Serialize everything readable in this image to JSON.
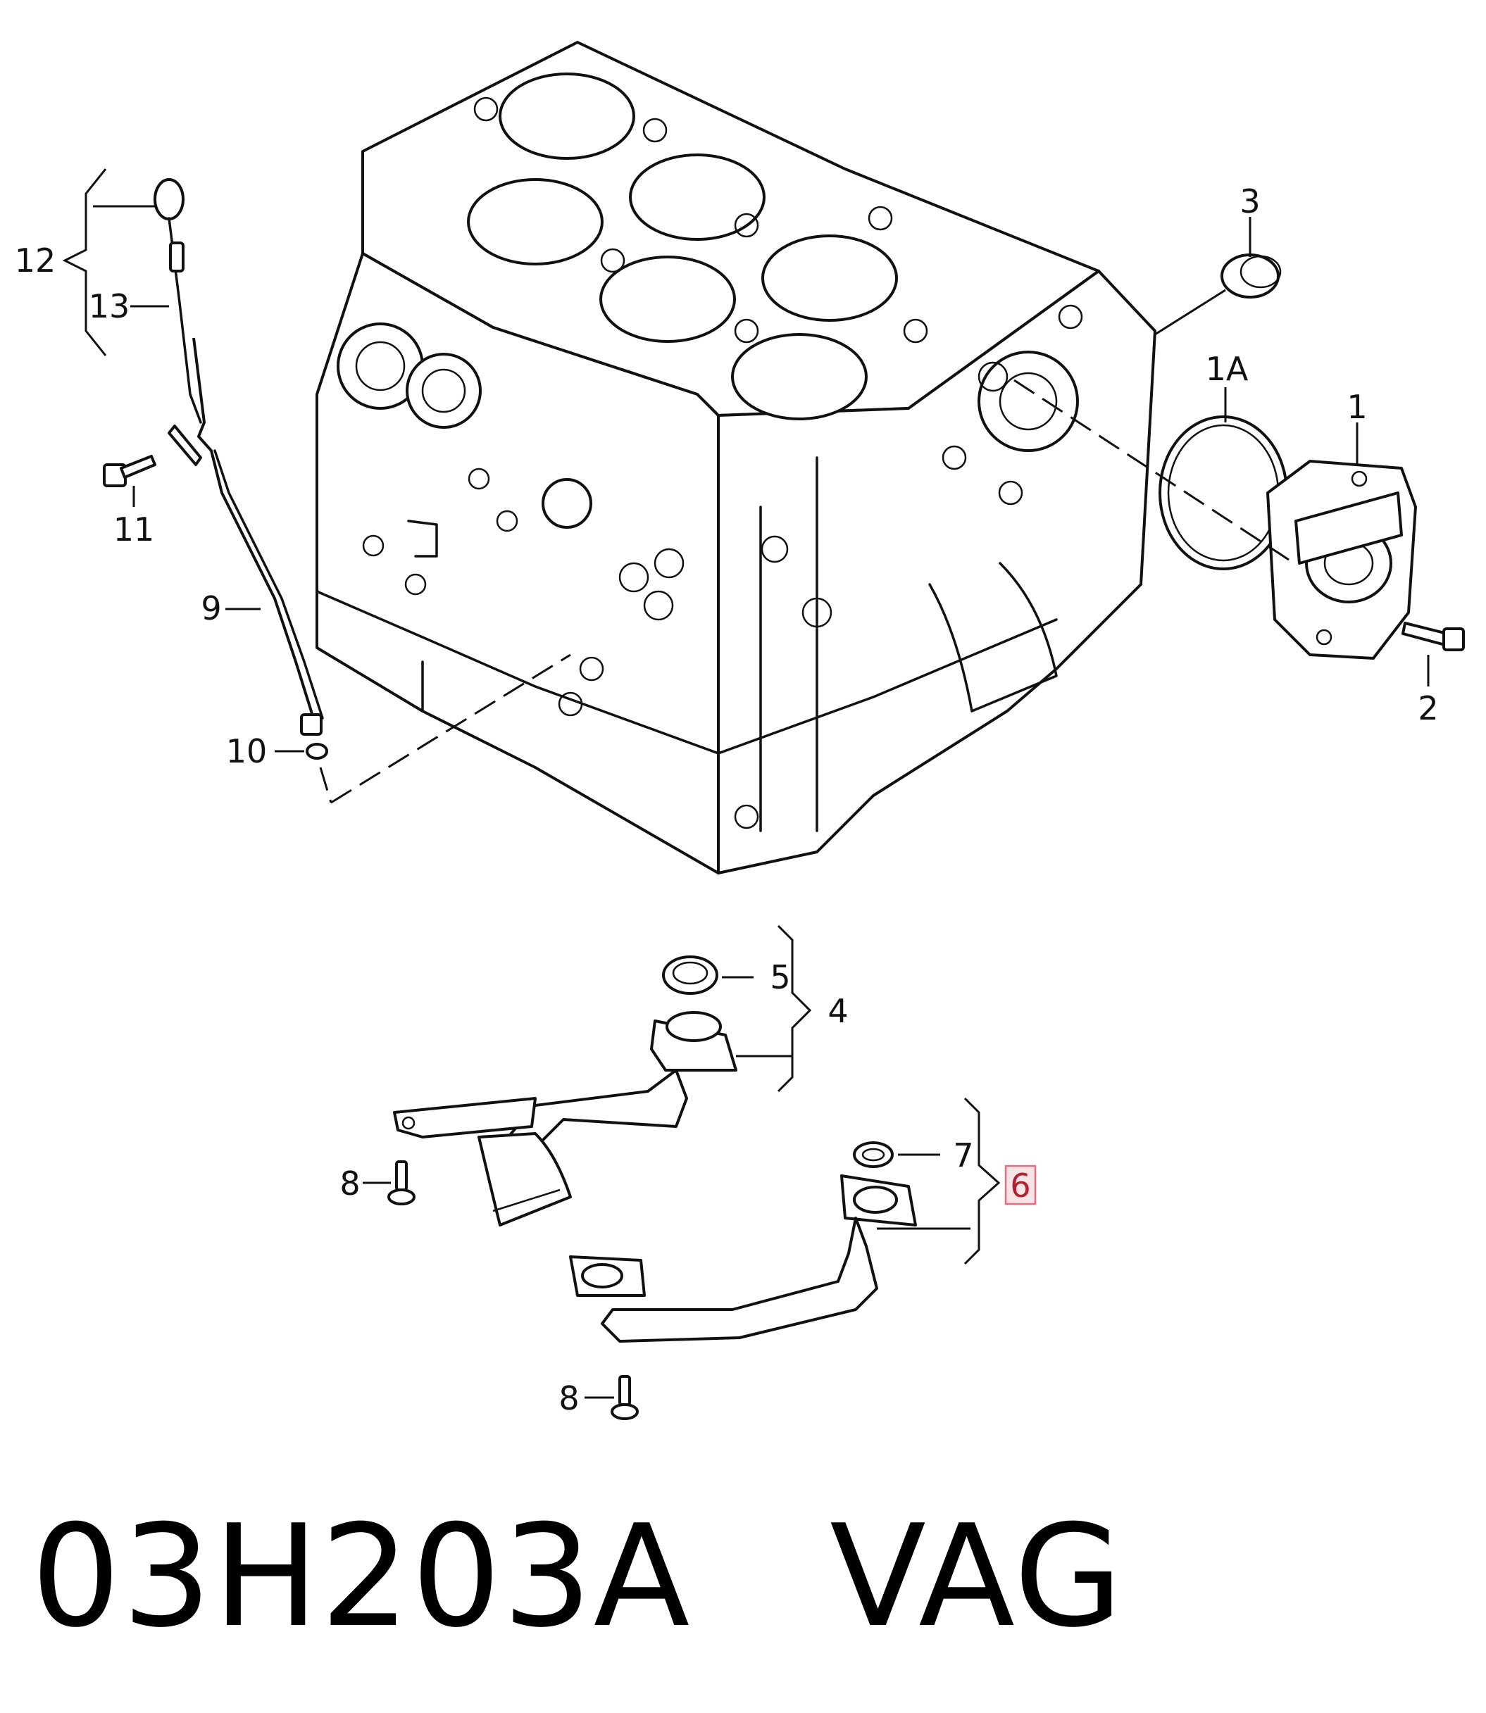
{
  "callouts": {
    "c1": "1",
    "c1a": "1A",
    "c2": "2",
    "c3": "3",
    "c4": "4",
    "c5": "5",
    "c6": "6",
    "c7": "7",
    "c8a": "8",
    "c8b": "8",
    "c9": "9",
    "c10": "10",
    "c11": "11",
    "c12": "12",
    "c13": "13"
  },
  "highlighted_callout": "6",
  "caption": "03H203A   VAG",
  "colors": {
    "line": "#111111",
    "highlight_fill": "#fbe4e6",
    "highlight_stroke": "#e07080"
  }
}
